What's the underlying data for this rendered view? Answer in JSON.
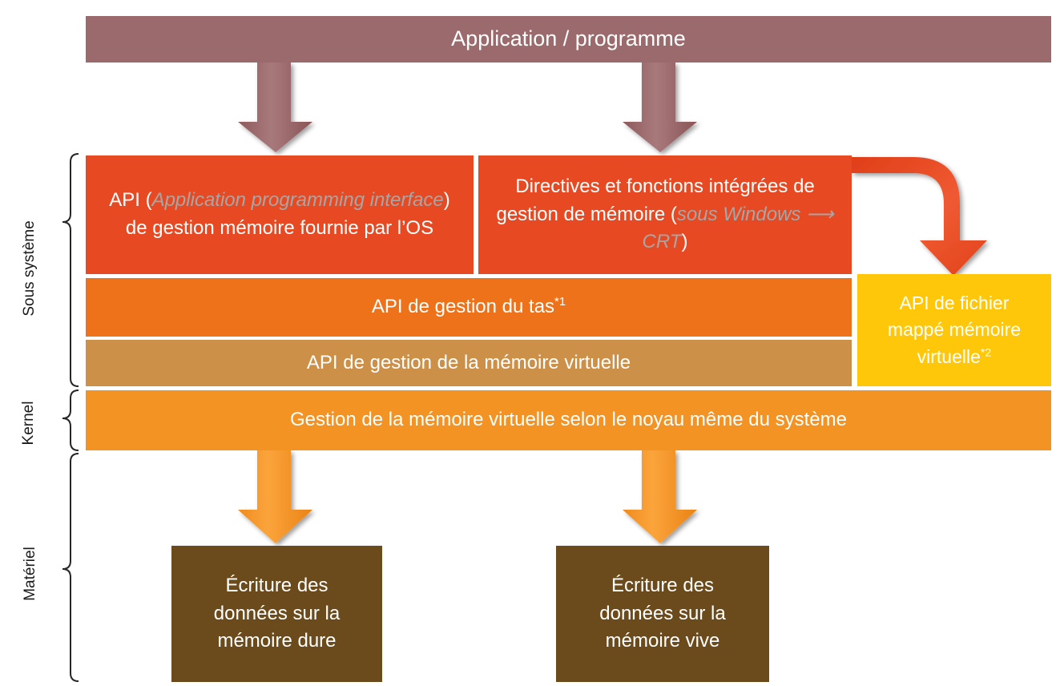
{
  "diagram": {
    "title": "Application / programme",
    "bands": [
      {
        "id": "sous-systeme",
        "label": "Sous système"
      },
      {
        "id": "kernel",
        "label": "Kernel"
      },
      {
        "id": "materiel",
        "label": "Matériel"
      }
    ],
    "boxes": {
      "application": {
        "label": "Application / programme",
        "color": "#9b6a6c"
      },
      "api_os": {
        "prefix": "API (",
        "emphasis": "Application programming interface",
        "suffix": ")",
        "line2": "de gestion mémoire fournie par l’OS",
        "color": "#e74a23"
      },
      "api_builtin": {
        "line1": "Directives et fonctions intégrées de",
        "line2_prefix": "gestion de mémoire (",
        "line2_emphasis": "sous Windows ⟶ CRT",
        "line2_suffix": ")",
        "color": "#e74a23"
      },
      "api_heap": {
        "label": "API de gestion du tas",
        "footnote": "*1",
        "color": "#ed7219"
      },
      "api_virtual_memory": {
        "label": "API de gestion de la mémoire virtuelle",
        "color": "#cc9049"
      },
      "api_mapped_file": {
        "line1": "API de fichier",
        "line2": "mappé mémoire",
        "line3": "virtuelle",
        "footnote": "*2",
        "color": "#ffc709"
      },
      "kernel_vm": {
        "label": "Gestion de la mémoire virtuelle selon le noyau même du système",
        "color": "#f29324"
      },
      "hw_disk": {
        "line1": "Écriture des",
        "line2": "données sur la",
        "line3": "mémoire dure",
        "color": "#6b4a1b"
      },
      "hw_ram": {
        "line1": "Écriture des",
        "line2": "données sur la",
        "line3": "mémoire vive",
        "color": "#6b4a1b"
      }
    },
    "arrows": [
      {
        "id": "app-to-api-os",
        "color": "#9b6a6c",
        "shape": "down-arrow"
      },
      {
        "id": "app-to-api-builtin",
        "color": "#9b6a6c",
        "shape": "down-arrow"
      },
      {
        "id": "builtin-to-mapped-file",
        "color": "#e8421f",
        "shape": "bent-arrow"
      },
      {
        "id": "kernel-to-disk",
        "color": "#f29324",
        "shape": "down-arrow"
      },
      {
        "id": "kernel-to-ram",
        "color": "#f29324",
        "shape": "down-arrow"
      }
    ]
  }
}
